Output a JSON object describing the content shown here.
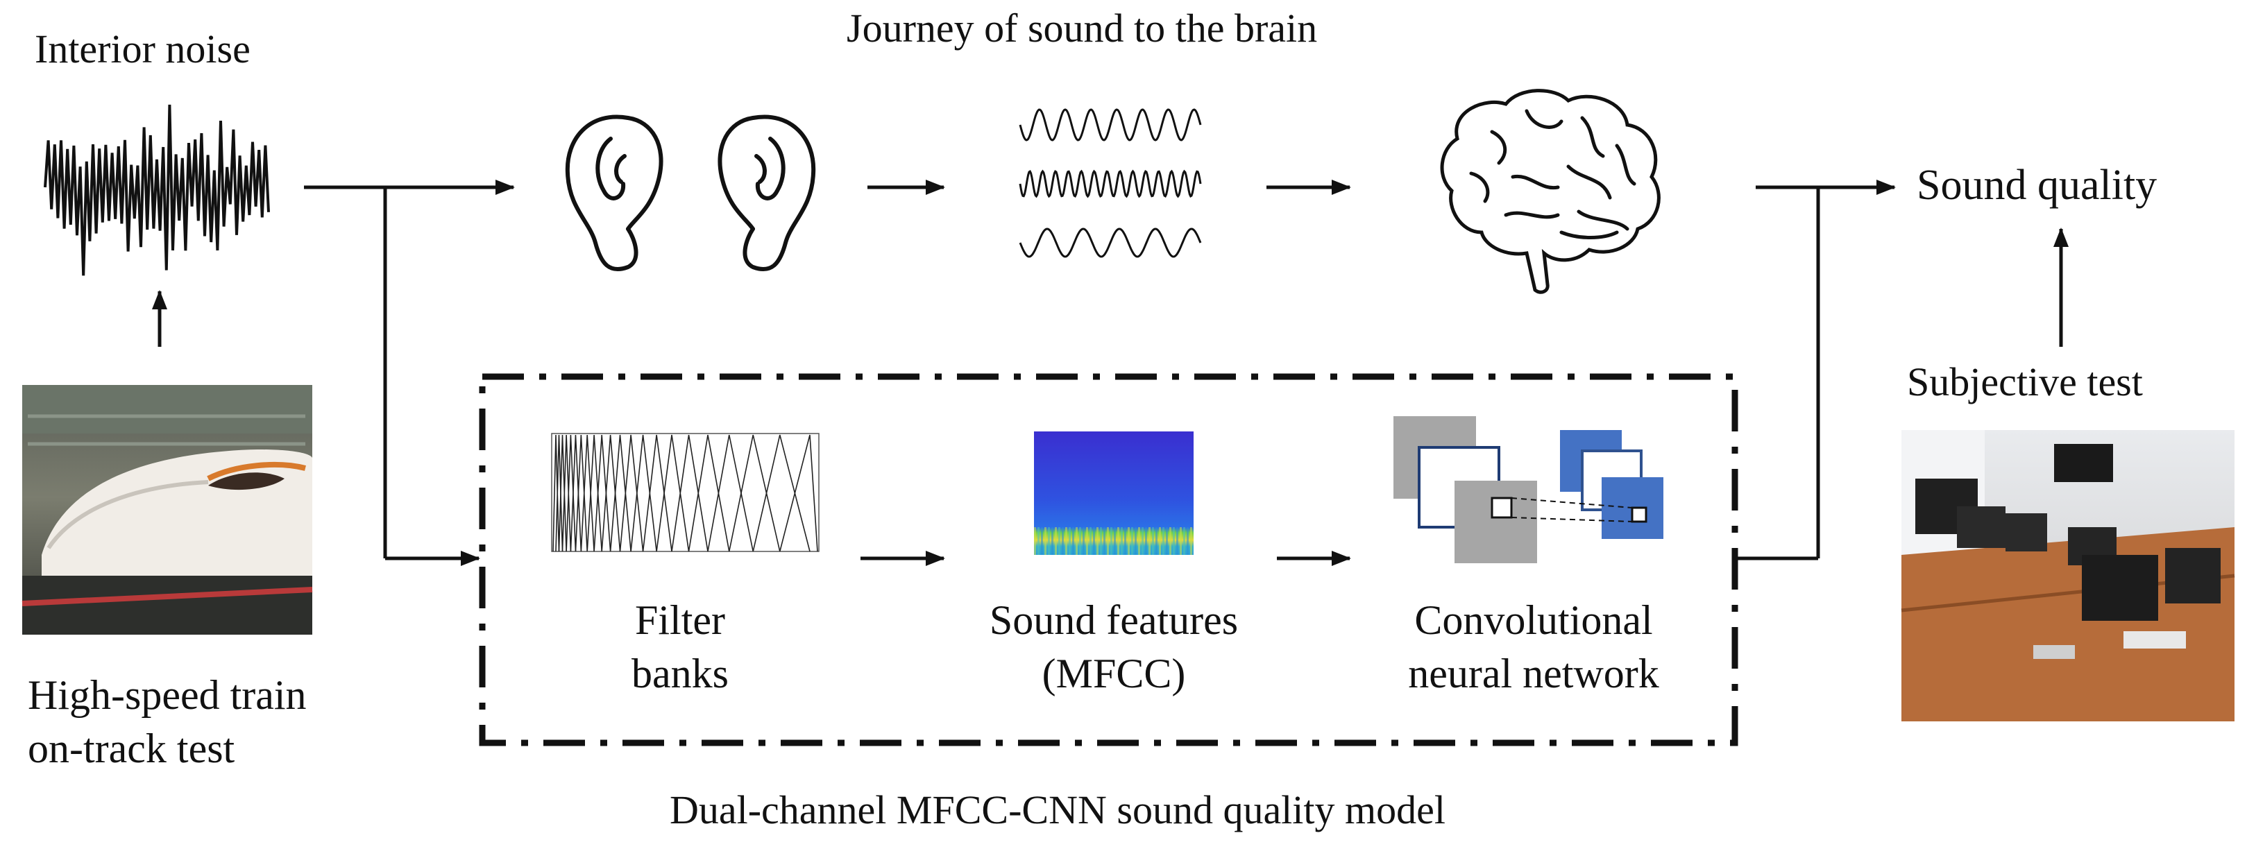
{
  "title": "Journey of sound to the brain",
  "labels": {
    "interior_noise": "Interior noise",
    "sound_quality": "Sound quality",
    "subjective_test": "Subjective test",
    "train_line1": "High-speed train",
    "train_line2": "on-track test",
    "filter_line1": "Filter",
    "filter_line2": "banks",
    "features_line1": "Sound features",
    "features_line2": "(MFCC)",
    "cnn_line1": "Convolutional",
    "cnn_line2": "neural network",
    "model_caption": "Dual-channel MFCC-CNN sound quality model"
  },
  "icons": {
    "waveform": "noise-waveform-icon",
    "ear_left": "left-ear-icon",
    "ear_right": "right-ear-icon",
    "waves": "sound-waves-icon",
    "brain": "brain-icon",
    "filter": "filter-bank-icon",
    "spectrogram": "mfcc-spectrogram-icon",
    "cnn": "cnn-layers-icon",
    "train_photo": "train-photo",
    "lab_photo": "listening-lab-photo"
  },
  "colors": {
    "stroke": "#111111",
    "cnn_gray": "#a6a6a6",
    "cnn_blue": "#4472c4",
    "spectro_blue": "#2d3fd6",
    "spectro_green": "#7fcf3a"
  }
}
